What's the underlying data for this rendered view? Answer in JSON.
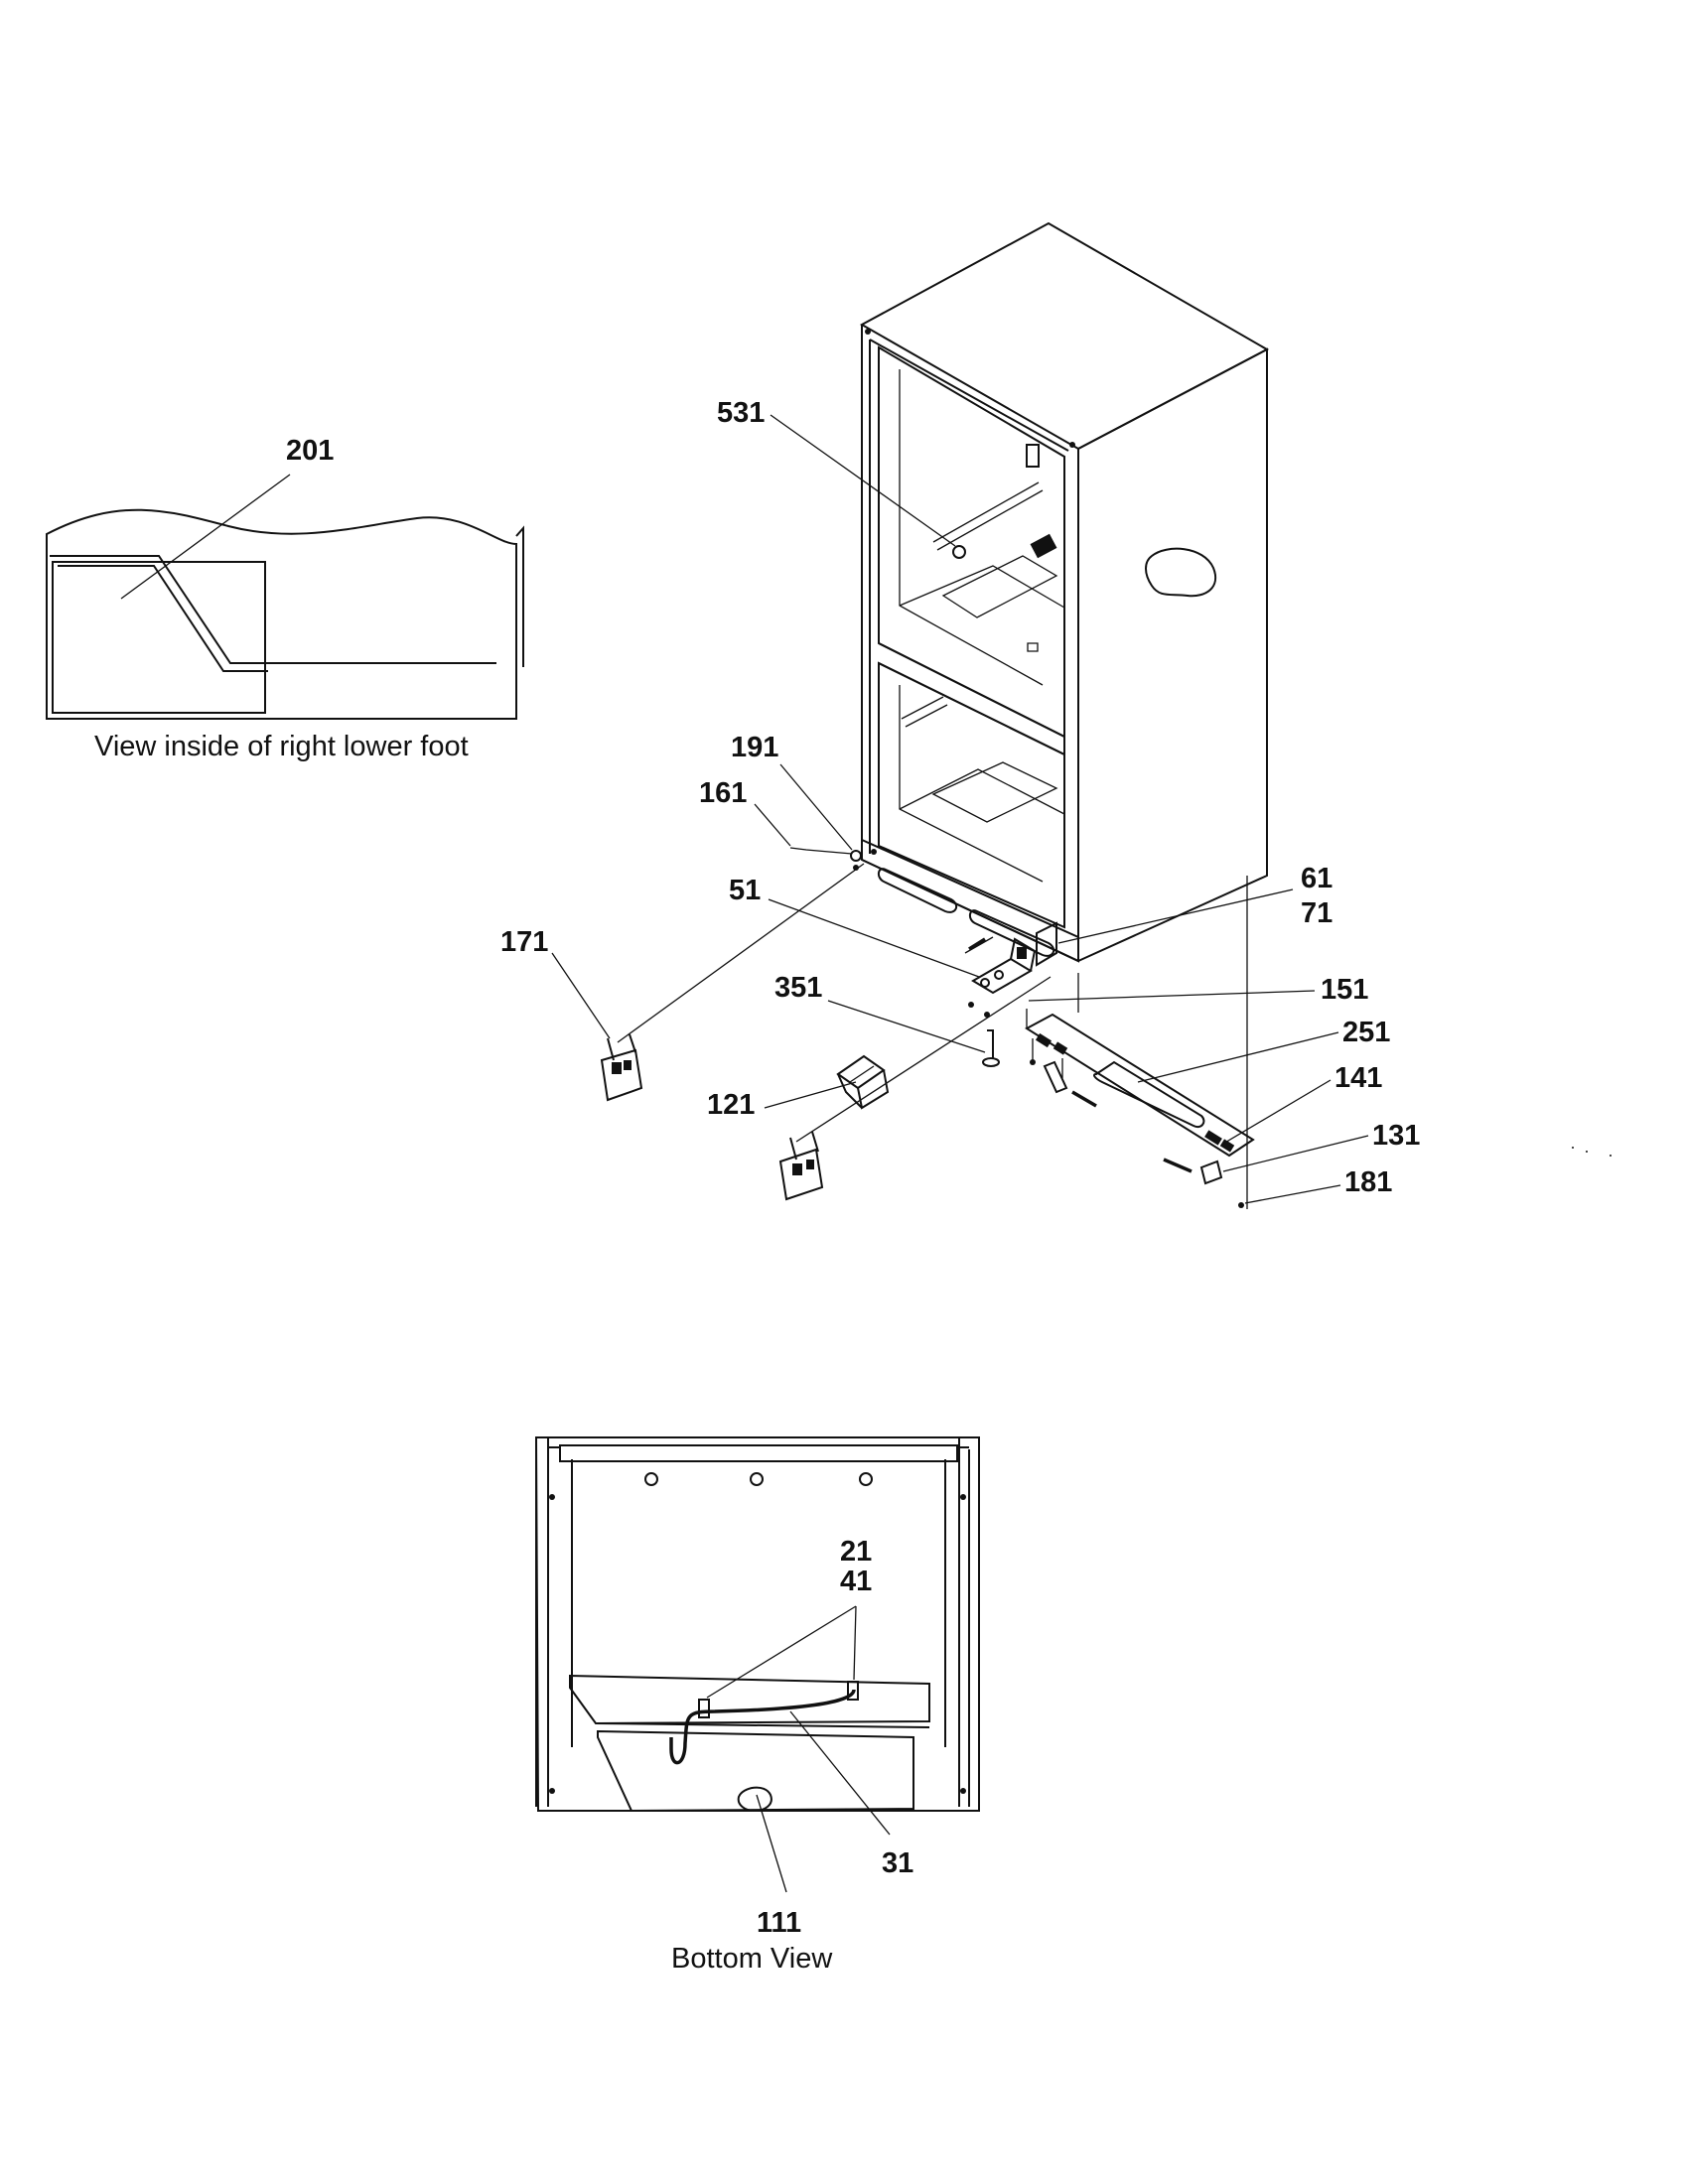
{
  "captions": {
    "inset": "View inside of right lower foot",
    "bottom": "Bottom View"
  },
  "callouts": {
    "p201": "201",
    "p531": "531",
    "p191": "191",
    "p161": "161",
    "p51": "51",
    "p61": "61",
    "p71": "71",
    "p171": "171",
    "p351": "351",
    "p151": "151",
    "p251": "251",
    "p141": "141",
    "p121": "121",
    "p131": "131",
    "p181": "181",
    "p21": "21",
    "p41": "41",
    "p31": "31",
    "p111": "111"
  }
}
